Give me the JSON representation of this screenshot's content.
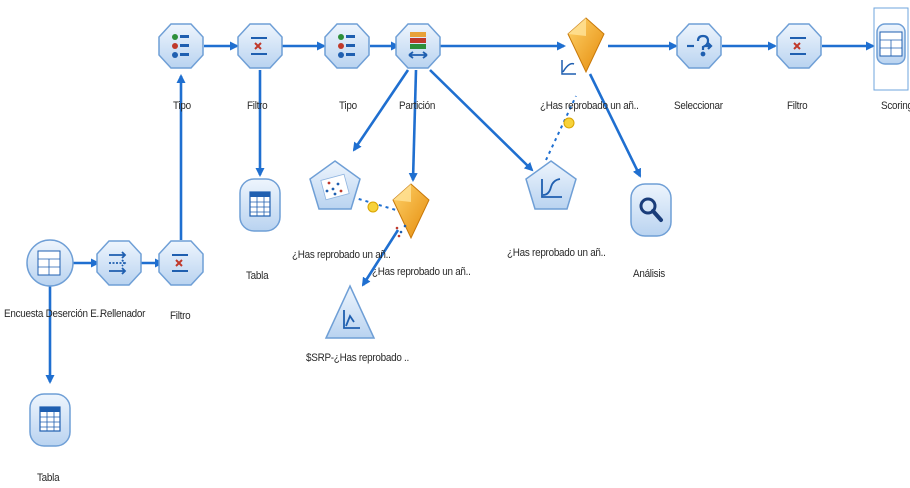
{
  "colors": {
    "link": "#1f6fd0",
    "node_fill": "#d6e6f7",
    "node_stroke": "#6f9fd6",
    "gem": "#f0a81c",
    "connector_dot": "#f7d23a",
    "selected_box": "#6fa6dc"
  },
  "nodes": {
    "tipo1": {
      "label": "Tipo",
      "icon": "type-icon"
    },
    "filtro1": {
      "label": "Filtro",
      "icon": "filter-icon"
    },
    "tipo2": {
      "label": "Tipo",
      "icon": "type-icon"
    },
    "particion": {
      "label": "Partición",
      "icon": "partition-icon"
    },
    "gem_top": {
      "label": "¿Has reprobado un añ..",
      "icon": "model-nugget-icon"
    },
    "seleccionar": {
      "label": "Seleccionar",
      "icon": "select-icon"
    },
    "filtro2": {
      "label": "Filtro",
      "icon": "filter-icon"
    },
    "scoring": {
      "label": "Scoring",
      "icon": "excel-export-icon"
    },
    "tabla1": {
      "label": "Tabla",
      "icon": "table-icon"
    },
    "model_scatter": {
      "label": "¿Has reprobado un añ..",
      "icon": "modeler-icon"
    },
    "gem_mid": {
      "label": "¿Has reprobado un añ..",
      "icon": "model-nugget-icon"
    },
    "model_curve": {
      "label": "¿Has reprobado un añ..",
      "icon": "logistic-modeler-icon"
    },
    "analisis": {
      "label": "Análisis",
      "icon": "analysis-icon"
    },
    "encuesta": {
      "label": "Encuesta Deserción E..",
      "icon": "excel-source-icon"
    },
    "rellenador": {
      "label": "Rellenador",
      "icon": "filler-icon"
    },
    "filtro3": {
      "label": "Filtro",
      "icon": "filter-icon"
    },
    "ssrp": {
      "label": "$SRP-¿Has reprobado ..",
      "icon": "graph-icon"
    },
    "tabla2": {
      "label": "Tabla",
      "icon": "table-icon"
    }
  }
}
